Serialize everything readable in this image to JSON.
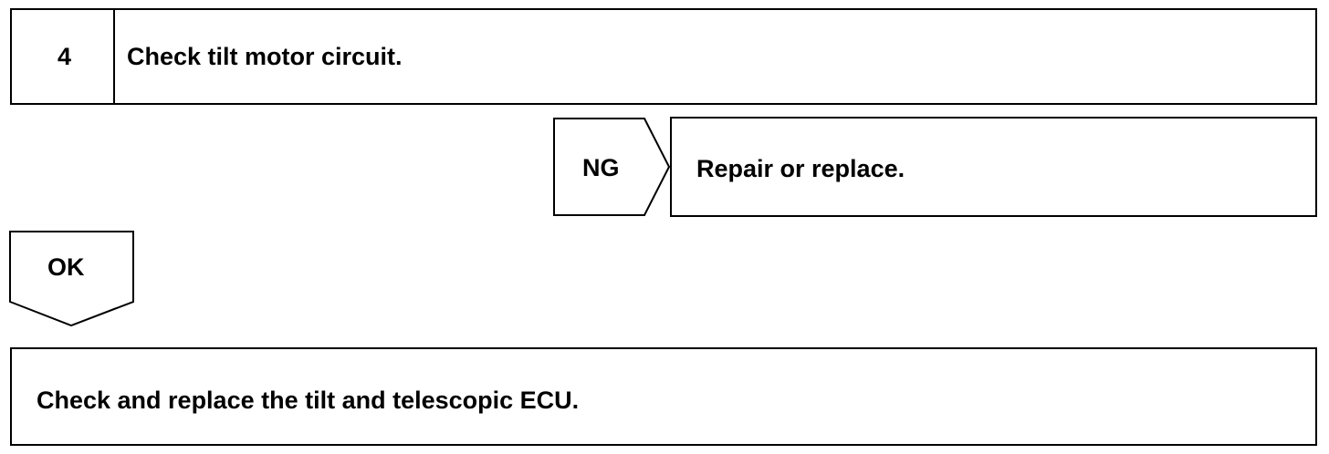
{
  "step": {
    "number": "4",
    "title": "Check tilt motor circuit."
  },
  "ng_branch": {
    "label": "NG",
    "action": "Repair or replace."
  },
  "ok_branch": {
    "label": "OK"
  },
  "next_step": {
    "text": "Check and replace the tilt and telescopic ECU."
  }
}
